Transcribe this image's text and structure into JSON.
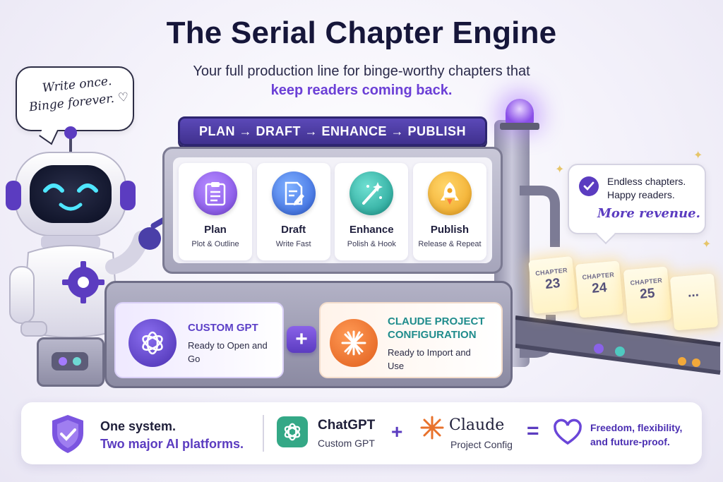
{
  "header": {
    "title": "The Serial Chapter Engine",
    "subtitle_part1": "Your full production line for binge-worthy chapters that ",
    "subtitle_highlight": "keep readers coming back."
  },
  "speech_bubble_left": {
    "text": "Write once. Binge forever. ♡"
  },
  "pipeline": {
    "label": "PLAN → DRAFT → ENHANCE → PUBLISH"
  },
  "steps": [
    {
      "label": "Plan",
      "sub": "Plot & Outline",
      "icon": "clipboard-icon",
      "color": "#8d5ee8"
    },
    {
      "label": "Draft",
      "sub": "Write Fast",
      "icon": "document-pen-icon",
      "color": "#3f74e0"
    },
    {
      "label": "Enhance",
      "sub": "Polish & Hook",
      "icon": "magic-wand-icon",
      "color": "#26a79b"
    },
    {
      "label": "Publish",
      "sub": "Release & Repeat",
      "icon": "rocket-icon",
      "color": "#f2b23a"
    }
  ],
  "custom_gpt": {
    "title": "CUSTOM GPT",
    "sub": "Ready to Open and Go"
  },
  "combine_symbol": "+",
  "claude_project": {
    "title": "CLAUDE PROJECT CONFIGURATION",
    "sub": "Ready to Import and Use"
  },
  "speech_bubble_right": {
    "line": "Endless chapters. Happy readers.",
    "accent": "More revenue."
  },
  "chapters": [
    {
      "label": "CHAPTER",
      "number": "23"
    },
    {
      "label": "CHAPTER",
      "number": "24"
    },
    {
      "label": "CHAPTER",
      "number": "25"
    },
    {
      "label": "",
      "number": "..."
    }
  ],
  "bottom": {
    "line1": "One system.",
    "line2": "Two major AI platforms.",
    "chatgpt_title": "ChatGPT",
    "chatgpt_sub": "Custom GPT",
    "plus": "+",
    "claude_title": "Claude",
    "claude_sub": "Project Config",
    "equals": "=",
    "result": "Freedom, flexibility, and future-proof."
  },
  "colors": {
    "accent": "#5b3cc0",
    "teal": "#1f8c8c",
    "claude_orange": "#e8722c",
    "chatgpt_green": "#34a886"
  }
}
